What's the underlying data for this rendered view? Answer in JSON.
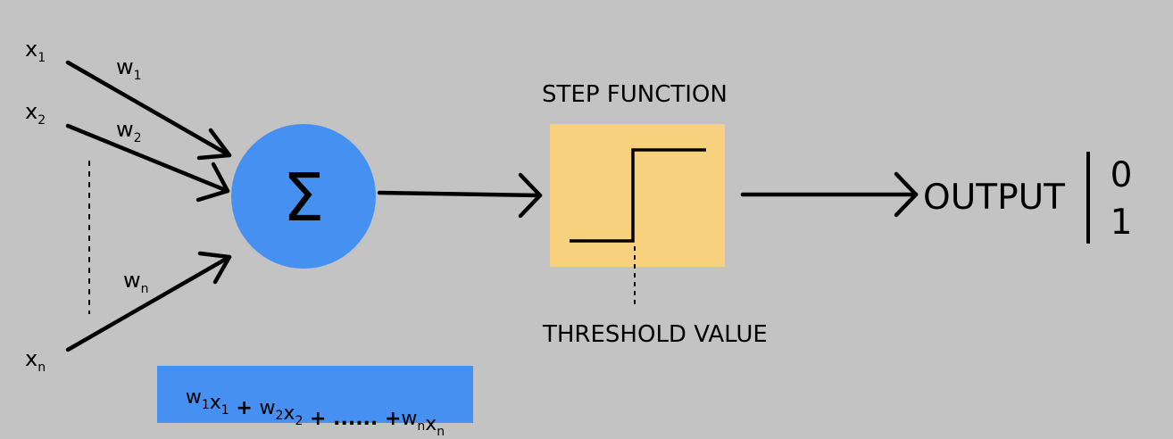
{
  "inputs": [
    {
      "x_base": "x",
      "x_sub": "1",
      "w_base": "w",
      "w_sub": "1"
    },
    {
      "x_base": "x",
      "x_sub": "2",
      "w_base": "w",
      "w_sub": "2"
    },
    {
      "x_base": "x",
      "x_sub": "n",
      "w_base": "w",
      "w_sub": "n"
    }
  ],
  "summation": {
    "symbol": "Σ",
    "color": "#4590f0"
  },
  "formula": {
    "terms": [
      {
        "base": "w",
        "sub": "1"
      },
      {
        "base": "x",
        "sub": "1"
      },
      {
        "op": " + "
      },
      {
        "base": "w",
        "sub": "2"
      },
      {
        "base": "x",
        "sub": "2"
      },
      {
        "op": " + "
      },
      {
        "op": "......"
      },
      {
        "op": " +"
      },
      {
        "base": "w",
        "sub": "n"
      },
      {
        "base": "x",
        "sub": "n"
      }
    ],
    "background": "#4590f0"
  },
  "step_function": {
    "title": "STEP FUNCTION",
    "threshold_label": "THRESHOLD VALUE",
    "background": "#f8d17f"
  },
  "output": {
    "label": "OUTPUT",
    "values": [
      "0",
      "1"
    ]
  }
}
